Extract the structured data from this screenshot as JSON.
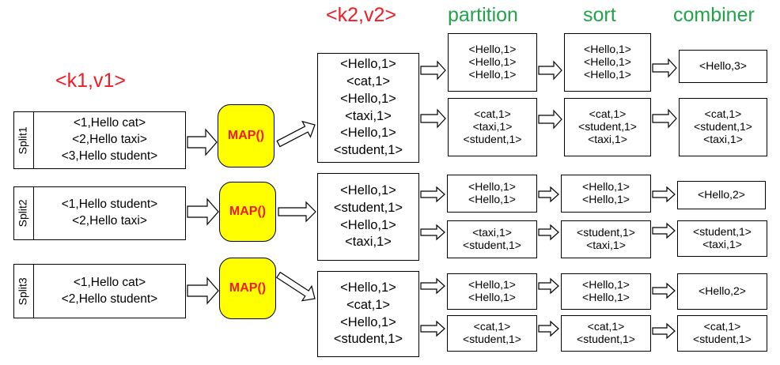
{
  "headers": {
    "k1v1": "<k1,v1>",
    "k2v2": "<k2,v2>",
    "partition": "partition",
    "sort": "sort",
    "combiner": "combiner"
  },
  "map_label": "MAP()",
  "splits": [
    {
      "label": "Split1",
      "lines": [
        "<1,Hello cat>",
        "<2,Hello taxi>",
        "<3,Hello student>"
      ]
    },
    {
      "label": "Split2",
      "lines": [
        "<1,Hello student>",
        "<2,Hello taxi>"
      ]
    },
    {
      "label": "Split3",
      "lines": [
        "<1,Hello cat>",
        "<2,Hello student>"
      ]
    }
  ],
  "map_outputs": [
    [
      "<Hello,1>",
      "<cat,1>",
      "<Hello,1>",
      "<taxi,1>",
      "<Hello,1>",
      "<student,1>"
    ],
    [
      "<Hello,1>",
      "<student,1>",
      "<Hello,1>",
      "<taxi,1>"
    ],
    [
      "<Hello,1>",
      "<cat,1>",
      "<Hello,1>",
      "<student,1>"
    ]
  ],
  "partition": [
    [
      [
        "<Hello,1>",
        "<Hello,1>",
        "<Hello,1>"
      ],
      [
        "<cat,1>",
        "<taxi,1>",
        "<student,1>"
      ]
    ],
    [
      [
        "<Hello,1>",
        "<Hello,1>"
      ],
      [
        "<taxi,1>",
        "<student,1>"
      ]
    ],
    [
      [
        "<Hello,1>",
        "<Hello,1>"
      ],
      [
        "<cat,1>",
        "<student,1>"
      ]
    ]
  ],
  "sort": [
    [
      [
        "<Hello,1>",
        "<Hello,1>",
        "<Hello,1>"
      ],
      [
        "<cat,1>",
        "<student,1>",
        "<taxi,1>"
      ]
    ],
    [
      [
        "<Hello,1>",
        "<Hello,1>"
      ],
      [
        "<student,1>",
        "<taxi,1>"
      ]
    ],
    [
      [
        "<Hello,1>",
        "<Hello,1>"
      ],
      [
        "<cat,1>",
        "<student,1>"
      ]
    ]
  ],
  "combiner": [
    [
      [
        "<Hello,3>"
      ],
      [
        "<cat,1>",
        "<student,1>",
        "<taxi,1>"
      ]
    ],
    [
      [
        "<Hello,2>"
      ],
      [
        "<student,1>",
        "<taxi,1>"
      ]
    ],
    [
      [
        "<Hello,2>"
      ],
      [
        "<cat,1>",
        "<student,1>"
      ]
    ]
  ]
}
